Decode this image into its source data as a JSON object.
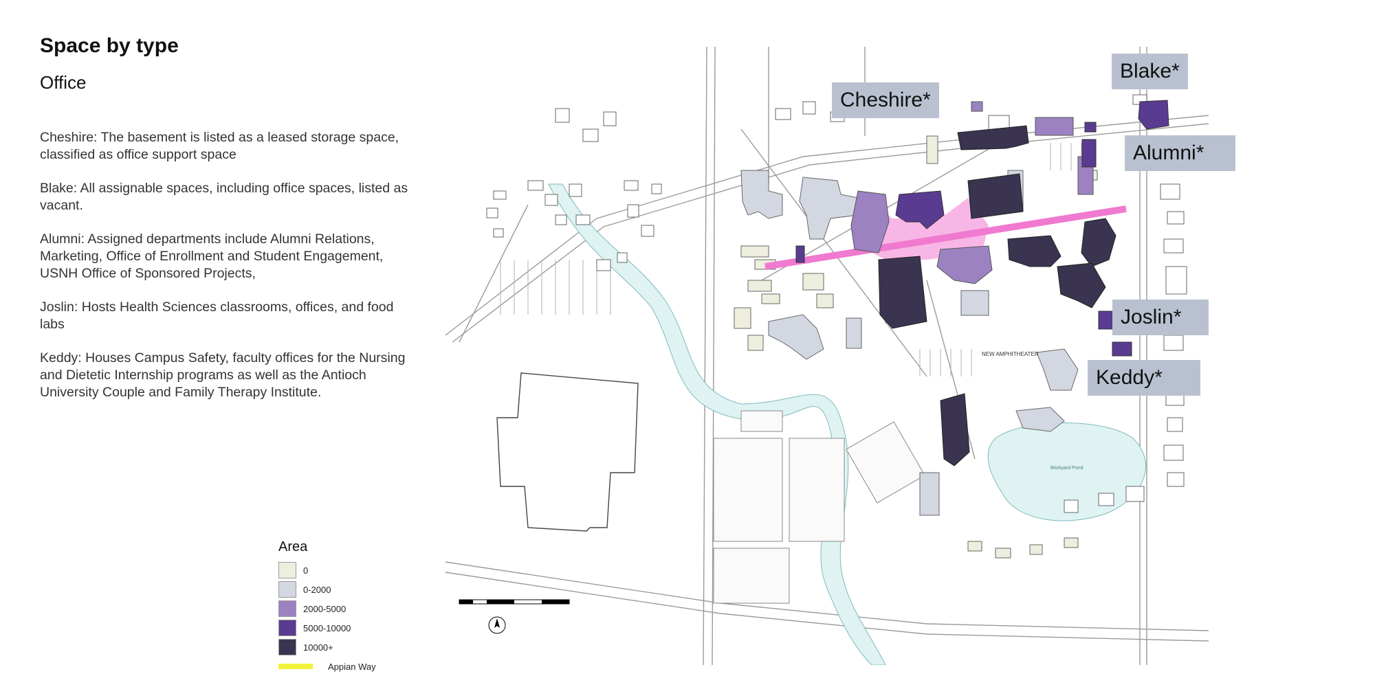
{
  "header": {
    "title": "Space by type",
    "subtitle": "Office"
  },
  "notes": [
    "Cheshire: The basement is listed as a leased storage space, classified as office support space",
    "Blake: All assignable spaces, including office spaces, listed as vacant.",
    "Alumni: Assigned departments include Alumni Relations, Marketing, Office of Enrollment and Student Engagement, USNH Office of Sponsored Projects,",
    "Joslin: Hosts Health Sciences classrooms, offices, and food labs",
    "Keddy: Houses Campus Safety, faculty offices for the Nursing and Dietetic Internship programs as well as the Antioch University Couple and Family Therapy Institute."
  ],
  "legend": {
    "title": "Area",
    "items": [
      {
        "label": "0",
        "color": "#eeeedf"
      },
      {
        "label": "0-2000",
        "color": "#d3d7e2"
      },
      {
        "label": "2000-5000",
        "color": "#9c82c1"
      },
      {
        "label": "5000-10000",
        "color": "#5a3b92"
      },
      {
        "label": "10000+",
        "color": "#3a3450"
      }
    ],
    "road": {
      "label": "Appian Way",
      "color": "#f2f23a"
    }
  },
  "map": {
    "building_labels": {
      "cheshire": "Cheshire*",
      "blake": "Blake*",
      "alumni": "Alumni*",
      "joslin": "Joslin*",
      "keddy": "Keddy*"
    },
    "small_labels": {
      "amphitheater": "NEW AMPHITHEATER",
      "pond": "Brickyard Pond"
    },
    "highlight_color": "#f07ad0",
    "water_color": "#dff3f3"
  }
}
